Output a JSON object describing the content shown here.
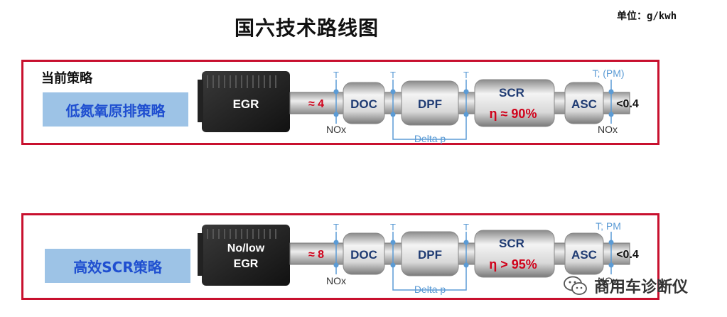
{
  "title": "国六技术路线图",
  "unit": "单位：g/kwh",
  "top": {
    "section_label": "当前策略",
    "strategy": "低氮氧原排策略",
    "engine": "EGR",
    "inlet": "≈ 4",
    "doc": "DOC",
    "dpf": "DPF",
    "scr": "SCR",
    "efficiency": "η ≈ 90%",
    "asc": "ASC",
    "outlet": "<0.4",
    "t_sensor": "T",
    "t_pm_sensor": "T; (PM)",
    "nox_sensor": "NOx",
    "delta_p": "Delta p"
  },
  "bottom": {
    "strategy": "高效SCR策略",
    "engine_line1": "No/low",
    "engine_line2": "EGR",
    "inlet": "≈ 8",
    "doc": "DOC",
    "dpf": "DPF",
    "scr": "SCR",
    "efficiency": "η > 95%",
    "asc": "ASC",
    "outlet": "<0.4",
    "t_sensor": "T",
    "t_pm_sensor": "T; PM",
    "nox_sensor": "NOx",
    "delta_p": "Delta p"
  },
  "watermark": "商用车诊断仪",
  "colors": {
    "border": "#c8102e",
    "label_box": "#9dc3e6",
    "highlight": "#d0021b",
    "component_text": "#1f3b73",
    "sensor": "#5b9bd5"
  }
}
